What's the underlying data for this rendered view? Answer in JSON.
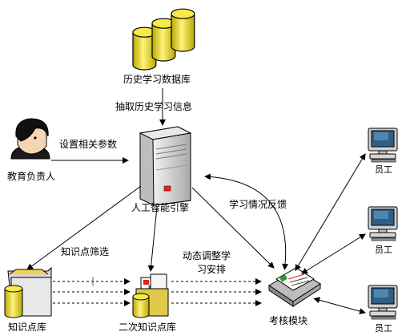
{
  "nodes": {
    "history_db": "历史学习数据库",
    "teacher": "教育负责人",
    "engine": "人工智能引擎",
    "kp_db": "知识点库",
    "second_kp_db": "二次知识点库",
    "assessment": "考核模块",
    "employee": "员工"
  },
  "edges": {
    "extract_history": "抽取历史学习信息",
    "set_params": "设置相关参数",
    "learning_feedback": "学习情况反馈",
    "kp_filter": "知识点筛选",
    "dynamic_adjust": "动态调整学\n习安排"
  },
  "colors": {
    "cylinder": "#f0e000",
    "server": "#d9d9d9",
    "monitor": "#c8c8c8",
    "screen": "#3a6f8f",
    "red_led": "#e02020",
    "face": "#f5d6b4"
  }
}
